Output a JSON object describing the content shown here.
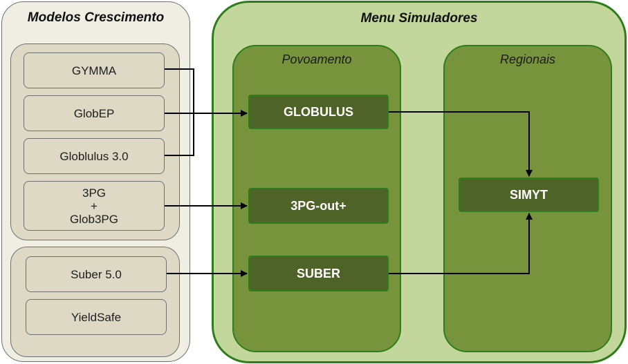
{
  "left_panel": {
    "title": "Modelos Crescimento",
    "group1_models": [
      "GYMMA",
      "GlobEP",
      "Globlulus 3.0",
      "3PG\n+\nGlob3PG"
    ],
    "group2_models": [
      "Suber 5.0",
      "YieldSafe"
    ]
  },
  "menu": {
    "title": "Menu Simuladores",
    "povoamento": {
      "title": "Povoamento",
      "simulators": [
        "GLOBULUS",
        "3PG-out+",
        "SUBER"
      ]
    },
    "regionais": {
      "title": "Regionais",
      "simulators": [
        "SIMYT"
      ]
    }
  },
  "colors": {
    "left_background": "#f0ede2",
    "model_box": "#ddd9c4",
    "menu_background": "#c3d69b",
    "column_background": "#77933c",
    "simulator_box": "#4f6228",
    "menu_border": "#2e7d1c"
  }
}
